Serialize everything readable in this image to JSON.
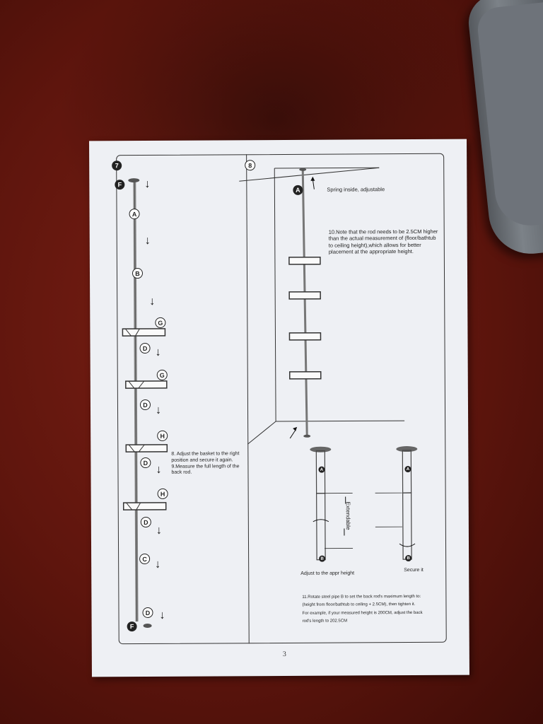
{
  "page": {
    "page_number": "3",
    "step7": {
      "badge": "7",
      "notes": "8. Adjust the basket to the right position and secure it again.",
      "notes2": "9.Measure the full length of the back rod.",
      "part_labels": [
        "F",
        "A",
        "B",
        "G",
        "D",
        "G",
        "D",
        "H",
        "D",
        "H",
        "D",
        "C",
        "D",
        "F"
      ]
    },
    "step8": {
      "badge": "8",
      "spring_label": "Spring inside, adjustable",
      "note10": "10.Note that the rod needs to be 2.5CM higher than the actual measurement of (floor/bathtub to ceiling height),which allows for better placement at the appropriate height.",
      "label_A": "A",
      "extendable": "Extendable",
      "adjust_label": "Adjust to the appr height",
      "secure_label": "Secure it",
      "detail_A1": "A",
      "detail_B1": "B",
      "detail_A2": "A",
      "detail_B2": "B",
      "note11_l1": "11.Rotate steel pipe B to set the back rod's maximum length to:",
      "note11_l2": "(height from floor/bathtub to ceiling + 2.5CM), then tighten it.",
      "note11_l3": "For example, if your measured height is 200CM, adjust the back",
      "note11_l4": "rod's length to 202.5CM"
    }
  },
  "colors": {
    "table": "#5e150d",
    "paper": "#eef0f4",
    "ink": "#222222"
  }
}
